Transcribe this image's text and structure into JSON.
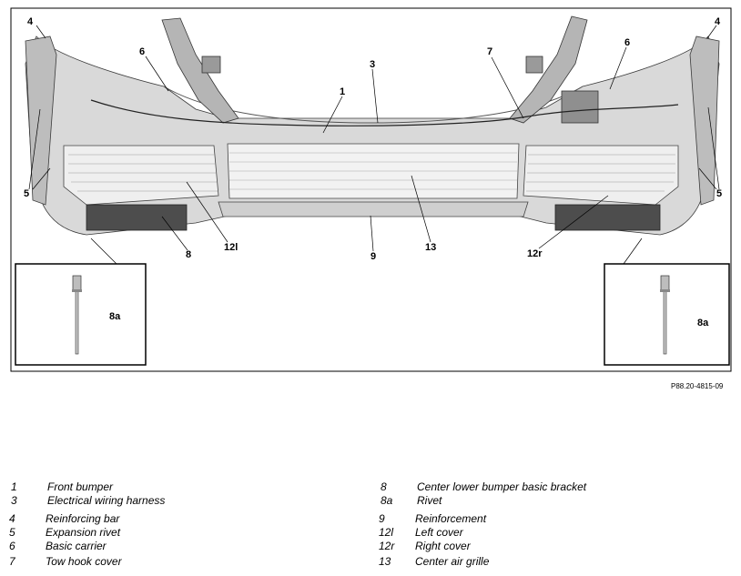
{
  "figure": {
    "reference_code": "P88.20-4815-09",
    "callouts": [
      "4",
      "6",
      "3",
      "1",
      "7",
      "6",
      "4",
      "5",
      "5",
      "12l",
      "8",
      "9",
      "13",
      "12r",
      "8a",
      "8a"
    ]
  },
  "legend": {
    "left": [
      {
        "num": "1",
        "text": "Front bumper"
      },
      {
        "num": "3",
        "text": "Electrical wiring harness"
      },
      {
        "num": "4",
        "text": "Reinforcing bar"
      },
      {
        "num": "5",
        "text": "Expansion rivet"
      },
      {
        "num": "6",
        "text": "Basic carrier"
      },
      {
        "num": "7",
        "text": "Tow hook cover"
      }
    ],
    "right": [
      {
        "num": "8",
        "text": "Center lower bumper basic bracket"
      },
      {
        "num": "8a",
        "text": "Rivet"
      },
      {
        "num": "9",
        "text": "Reinforcement"
      },
      {
        "num": "12l",
        "text": "Left cover"
      },
      {
        "num": "12r",
        "text": "Right cover"
      },
      {
        "num": "13",
        "text": "Center air grille"
      }
    ]
  }
}
